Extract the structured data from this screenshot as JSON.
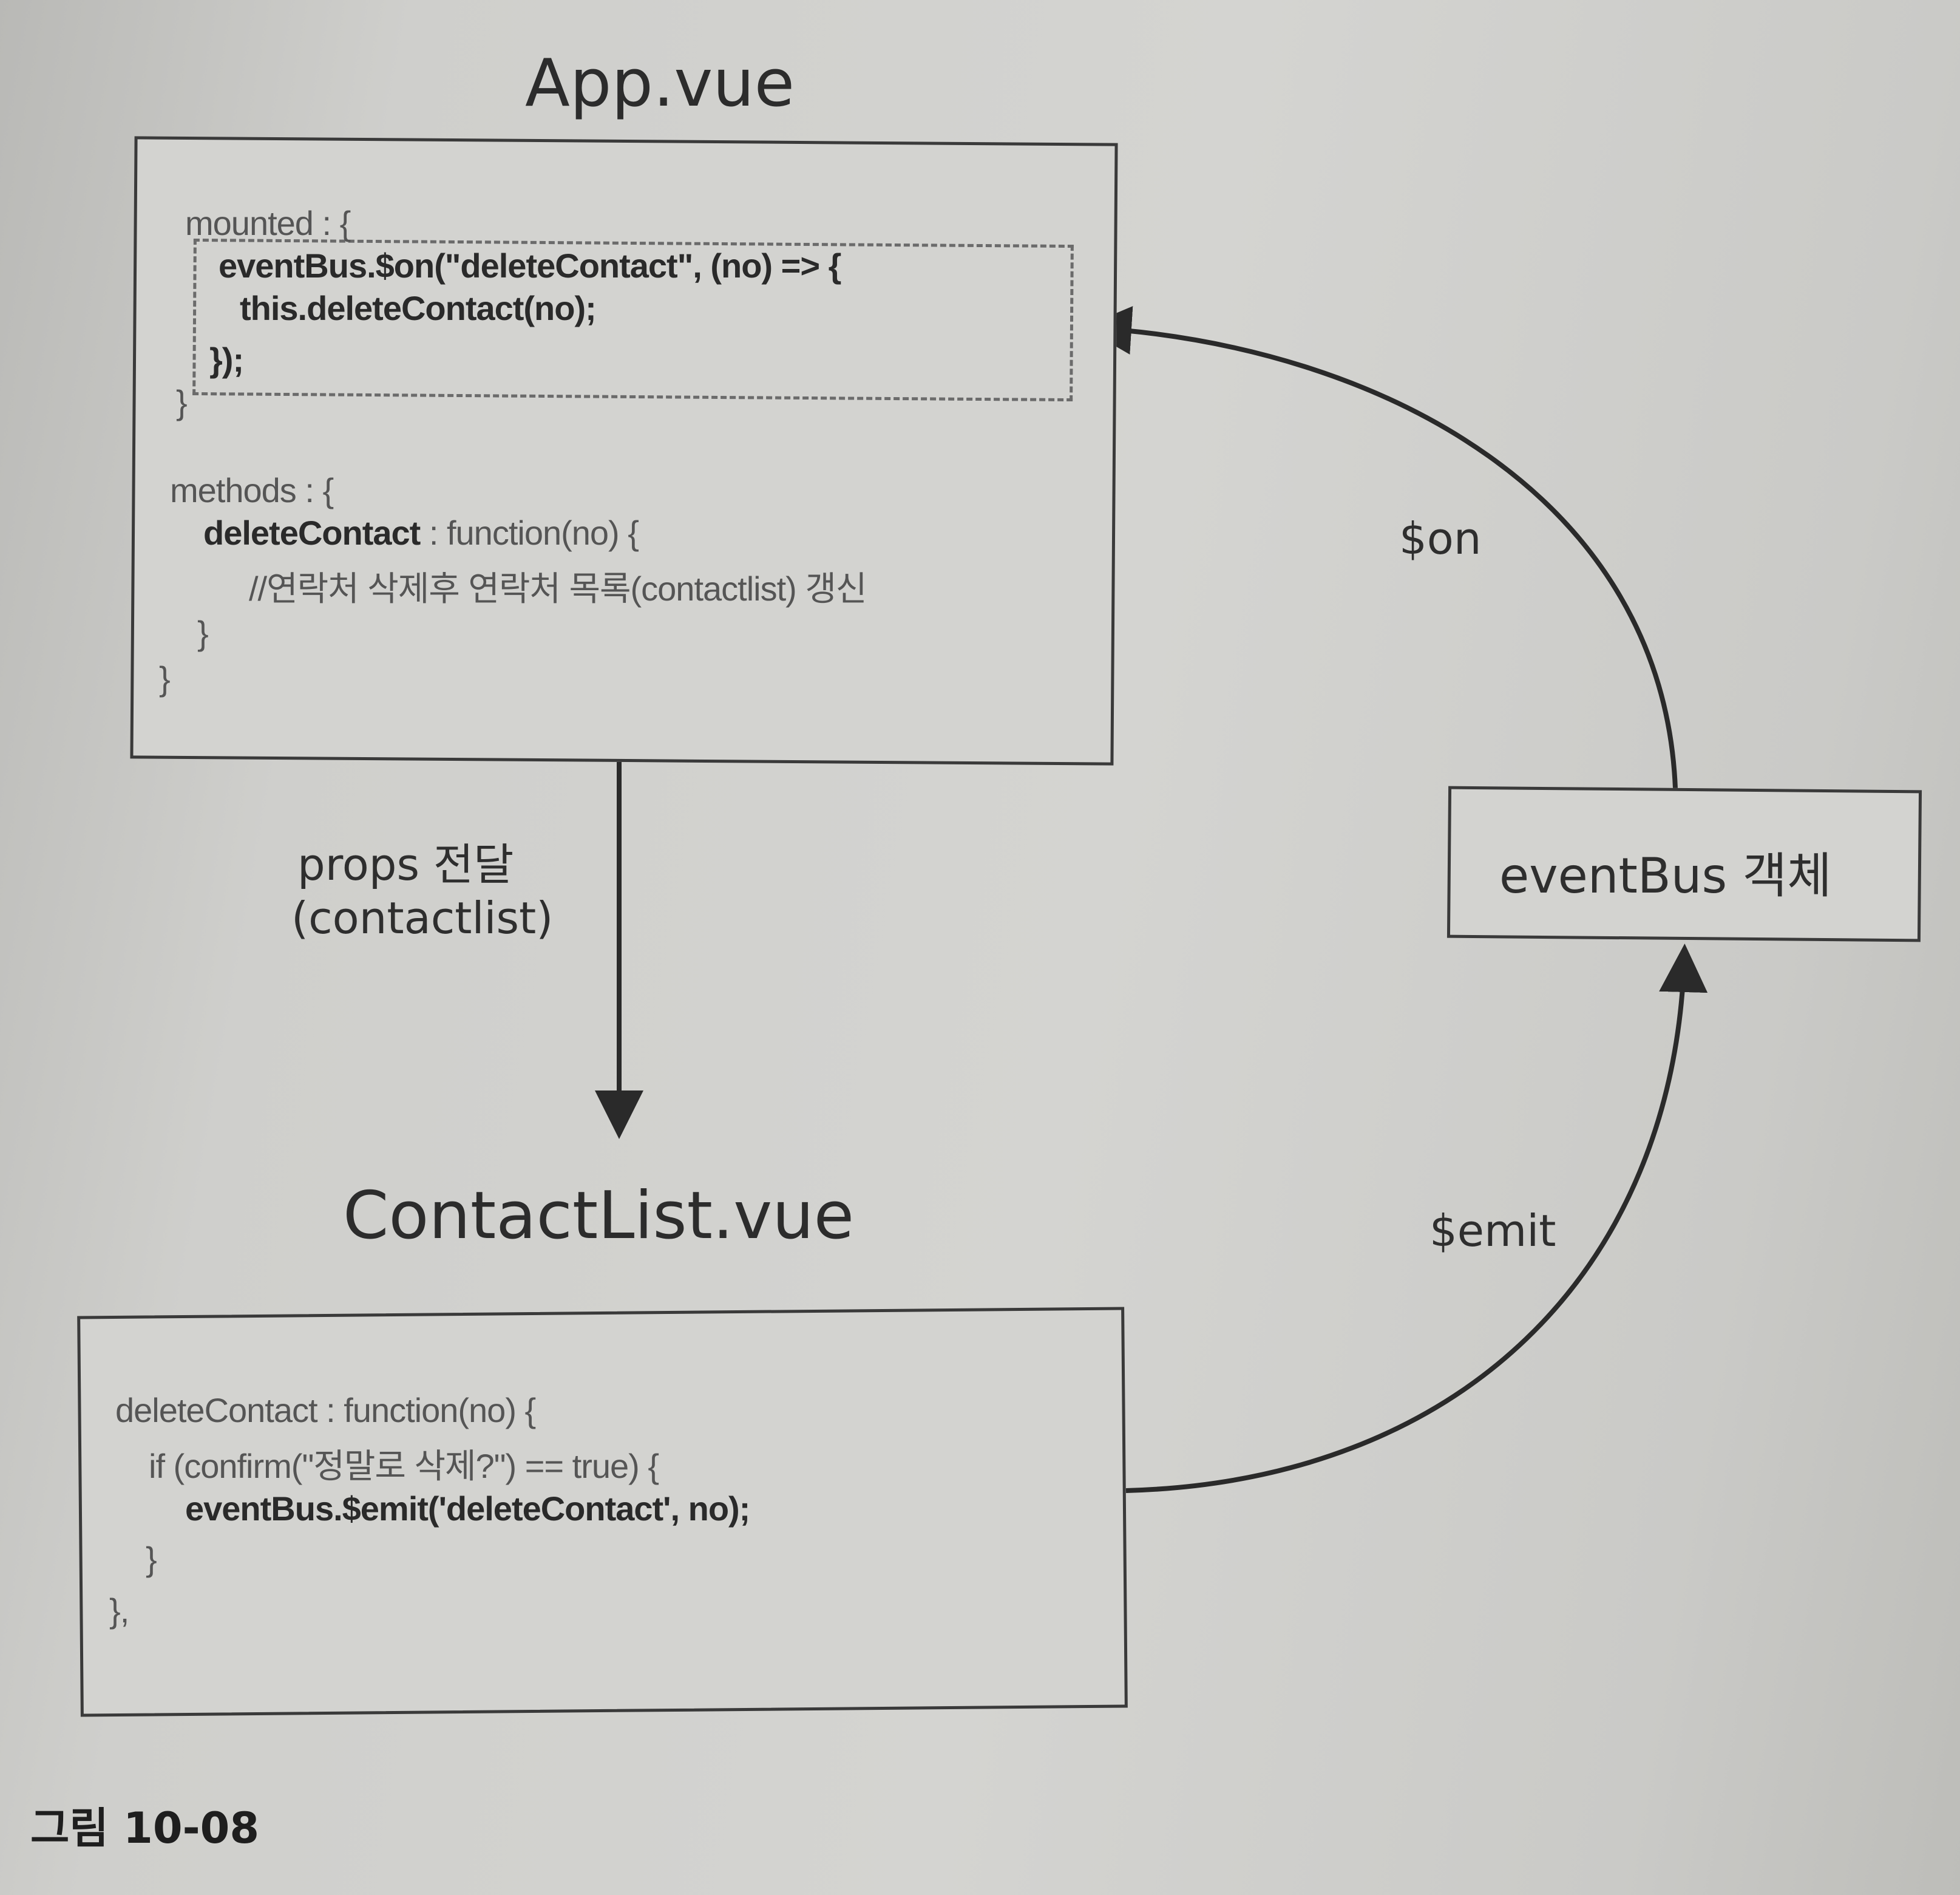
{
  "app_vue": {
    "title": "App.vue",
    "mounted_open": "mounted : {",
    "on_line": "eventBus.$on(\"deleteContact\", (no) => {",
    "call_line": "this.deleteContact(no);",
    "close_on": "});",
    "close_mounted": "}",
    "methods_open": "methods : {",
    "method_name": "deleteContact",
    "method_sig": " : function(no) {",
    "comment": "//연락처 삭제후 연락처 목록(contactlist) 갱신",
    "close_fn": "}",
    "close_methods": "}"
  },
  "contactlist_vue": {
    "title": "ContactList.vue",
    "line1": "deleteContact : function(no) {",
    "line2": "if (confirm(\"정말로 삭제?\") == true) {",
    "line3": "eventBus.$emit('deleteContact', no);",
    "line4": "}",
    "line5": "},"
  },
  "event_bus": {
    "label": "eventBus 객체"
  },
  "edges": {
    "props_line1": "props 전달",
    "props_line2": "(contactlist)",
    "on_label": "$on",
    "emit_label": "$emit"
  },
  "figure_caption": "그림 10-08",
  "colors": {
    "ink": "#2a2a2a",
    "paper": "#d0d0cd"
  }
}
